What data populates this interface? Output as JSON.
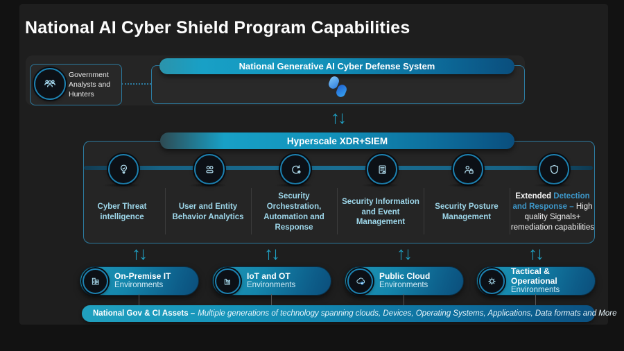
{
  "title": "National AI Cyber Shield Program Capabilities",
  "analysts_box": {
    "label": "Government Analysts and Hunters"
  },
  "defense_system": {
    "title": "National Generative AI Cyber Defense System",
    "icon": "copilot-logo"
  },
  "flow_arrow_glyph": "↑↓",
  "xdr": {
    "title": "Hyperscale XDR+SIEM",
    "capabilities": [
      {
        "label": "Cyber Threat intelligence",
        "icon": "lightbulb-icon"
      },
      {
        "label": "User and Entity Behavior Analytics",
        "icon": "users-icon"
      },
      {
        "label": "Security Orchestration, Automation and Response",
        "icon": "automation-loop-icon"
      },
      {
        "label": "Security Information and Event Management",
        "icon": "event-log-alert-icon"
      },
      {
        "label": "Security Posture Management",
        "icon": "user-lock-icon"
      },
      {
        "label_bold_white": "Extended ",
        "label_bold_blue": "Detection and Response – ",
        "label_rest": "High quality Signals+ remediation capabilities",
        "icon": "shield-icon"
      }
    ]
  },
  "environments": [
    {
      "line1": "On-Premise IT",
      "line2": "Environments",
      "icon": "buildings-icon"
    },
    {
      "line1": "IoT and OT",
      "line2": "Environments",
      "icon": "factory-icon"
    },
    {
      "line1": "Public Cloud",
      "line2": "Environments",
      "icon": "cloud-check-icon"
    },
    {
      "line1": "Tactical & Operational",
      "line2": "Environments",
      "icon": "gear-icon"
    }
  ],
  "assets_banner": {
    "bold": "National Gov & CI Assets –",
    "italic": "Multiple generations of technology spanning clouds, Devices, Operating Systems, Applications, Data formats and More"
  },
  "colors": {
    "accent_teal": "#1f9dbf",
    "pill_gradient_start": "#18a0c6",
    "pill_gradient_end": "#0a4e7d",
    "capability_text": "#9ed7ea",
    "detection_blue": "#3d97c9",
    "background": "#1e1e1e"
  }
}
